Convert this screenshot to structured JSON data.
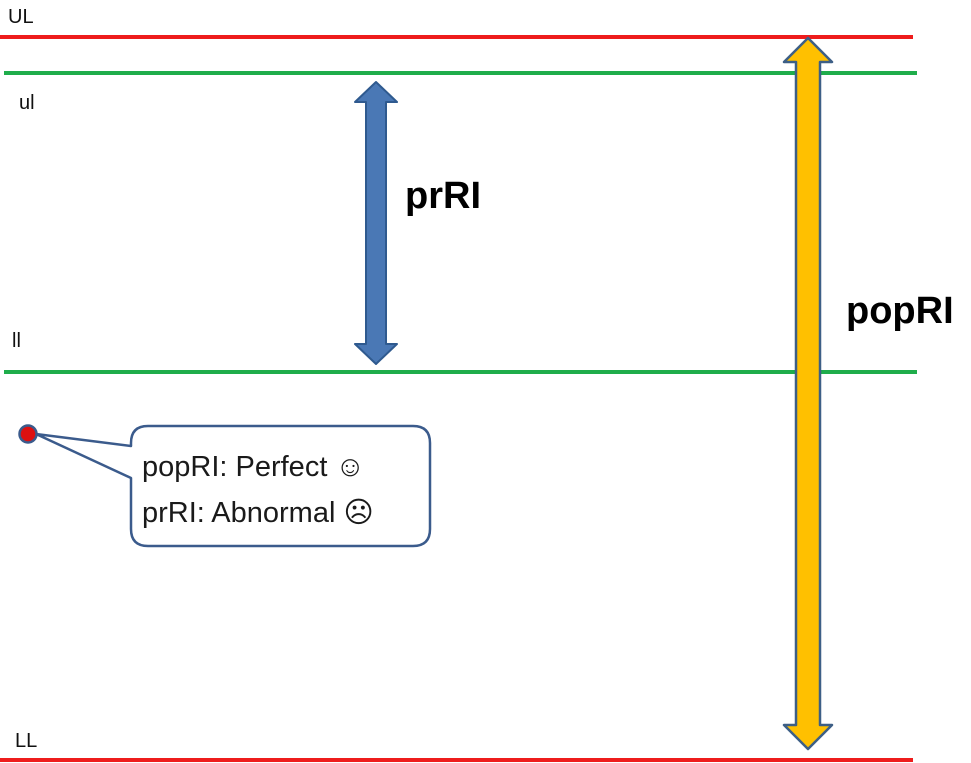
{
  "colors": {
    "outer_limit_line": "#ee1c1c",
    "inner_limit_line": "#1fad4b",
    "prri_arrow_fill": "#4a78b5",
    "prri_arrow_stroke": "#2f5a8f",
    "popri_arrow_fill": "#ffc000",
    "popri_arrow_stroke": "#3d5f86",
    "point_fill": "#dd1111",
    "point_stroke": "#3b5b8c",
    "callout_stroke": "#3b5b8c"
  },
  "labels": {
    "upper_limit": "UL",
    "inner_upper": "ul",
    "inner_lower": "ll",
    "lower_limit": "LL"
  },
  "arrows": {
    "prri_label": "prRI",
    "popri_label": "popRI"
  },
  "callout": {
    "line1": "popRI: Perfect ☺",
    "line2": "prRI: Abnormal ☹"
  }
}
